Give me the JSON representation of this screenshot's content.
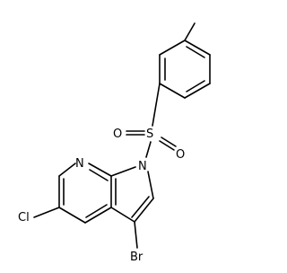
{
  "molecule": {
    "atoms": {
      "n_pyrrole": "N",
      "n_pyridine": "N",
      "sulfur": "S",
      "oxygen_left": "O",
      "oxygen_right": "O",
      "chlorine": "Cl",
      "bromine": "Br"
    },
    "colors": {
      "bond": "#000000",
      "label": "#000000",
      "background": "#ffffff"
    }
  }
}
